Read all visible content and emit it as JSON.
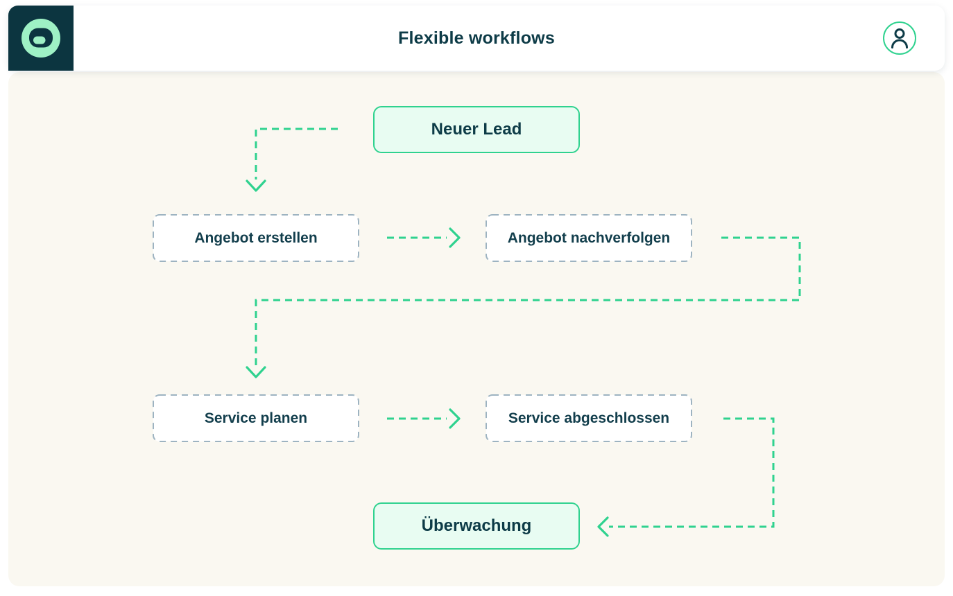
{
  "header": {
    "title": "Flexible workflows",
    "logo_icon": "mint-ring-logo",
    "avatar_icon": "user-avatar"
  },
  "colors": {
    "accent_green": "#2fd28f",
    "dark_teal": "#0d3b47",
    "logo_tile_bg": "#0c3540",
    "logo_circle_mint": "#9ef1c5",
    "highlight_node_bg": "#e8fcf2",
    "canvas_bg": "#faf8f1",
    "dashed_node_border": "#9db3c1",
    "page_bg": "#ffffff"
  },
  "diagram": {
    "nodes": [
      {
        "id": "neuer-lead",
        "label": "Neuer Lead",
        "type": "highlight"
      },
      {
        "id": "angebot-erstellen",
        "label": "Angebot erstellen",
        "type": "step"
      },
      {
        "id": "angebot-nachverfolgen",
        "label": "Angebot nachverfolgen",
        "type": "step"
      },
      {
        "id": "service-planen",
        "label": "Service planen",
        "type": "step"
      },
      {
        "id": "service-abgeschlossen",
        "label": "Service abgeschlossen",
        "type": "step"
      },
      {
        "id": "ueberwachung",
        "label": "Überwachung",
        "type": "highlight"
      }
    ],
    "edges": [
      {
        "from": "neuer-lead",
        "to": "angebot-erstellen",
        "style": "dashed-green-arrow"
      },
      {
        "from": "angebot-erstellen",
        "to": "angebot-nachverfolgen",
        "style": "dashed-green-arrow"
      },
      {
        "from": "angebot-nachverfolgen",
        "to": "service-planen",
        "style": "dashed-green-arrow"
      },
      {
        "from": "service-planen",
        "to": "service-abgeschlossen",
        "style": "dashed-green-arrow"
      },
      {
        "from": "service-abgeschlossen",
        "to": "ueberwachung",
        "style": "dashed-green-arrow"
      }
    ]
  }
}
